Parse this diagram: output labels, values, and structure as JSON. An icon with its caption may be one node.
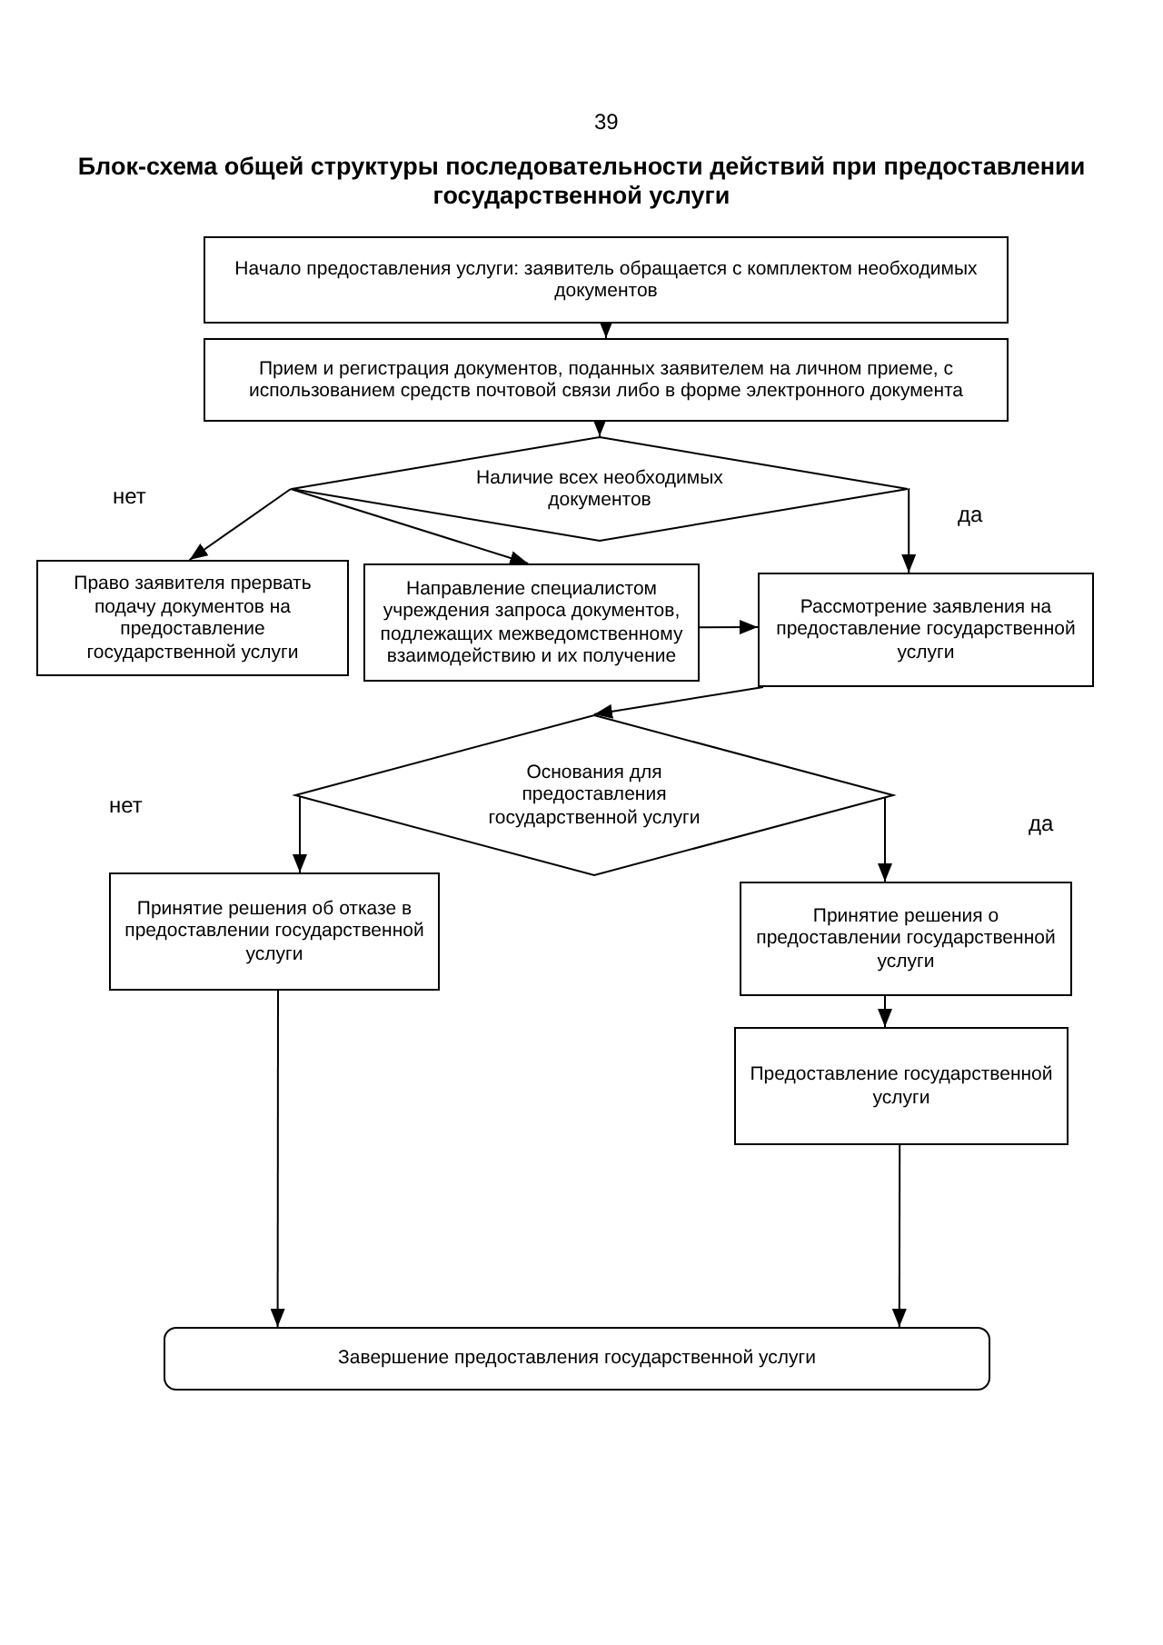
{
  "diagram": {
    "title": "Блок-схема общей структуры последовательности действий при предоставлении государственной услуги",
    "nodes": [
      {
        "text": [
          "Начало предоставления услуги: заявитель обращается с комплектом необходимых документов"
        ]
      },
      {
        "text": [
          "Прием и регистрация документов, поданных заявителем на личном приеме, с использованием средств почтовой связи либо в форме электронного документа"
        ]
      },
      {
        "text": [
          "Наличие всех необходимых документов"
        ]
      },
      {
        "text": [
          "Право заявителя прервать подачу документов на предоставление государственной услуги"
        ]
      },
      {
        "text": [
          "Направление специалистом учреждения запроса документов, подлежащих межведомственному взаимодействию и их получение"
        ]
      },
      {
        "text": [
          "Рассмотрение заявления на предоставление государственной услуги"
        ]
      },
      {
        "text": [
          "Основания для предоставления государственной услуги"
        ]
      },
      {
        "text": [
          "Принятие решения об отказе в предоставлении государственной услуги"
        ]
      },
      {
        "text": [
          "Принятие решения о предоставлении государственной услуги"
        ]
      },
      {
        "text": [
          "Предоставление государственной услуги"
        ]
      },
      {
        "text": [
          "Завершение предоставления государственной услуги"
        ]
      }
    ],
    "edges": [
      {
        "from": 0,
        "to": 1,
        "arrow": "to"
      },
      {
        "from": 1,
        "to": 2,
        "arrow": "to"
      },
      {
        "from": 2,
        "to": 3,
        "arrow": "to"
      },
      {
        "from": 2,
        "to": 4,
        "arrow": "to"
      },
      {
        "from": 2,
        "to": 5,
        "arrow": "to"
      },
      {
        "from": 4,
        "to": 5,
        "arrow": "to"
      },
      {
        "from": 5,
        "to": 6,
        "arrow": "to"
      },
      {
        "from": 6,
        "to": 7,
        "arrow": "to"
      },
      {
        "from": 6,
        "to": 8,
        "arrow": "to"
      },
      {
        "from": 8,
        "to": 9,
        "arrow": "to"
      },
      {
        "from": 7,
        "to": 10,
        "arrow": "to"
      },
      {
        "from": 9,
        "to": 10,
        "arrow": "to"
      }
    ],
    "labels": [
      "39",
      "нет",
      "да",
      "нет",
      "да"
    ]
  }
}
